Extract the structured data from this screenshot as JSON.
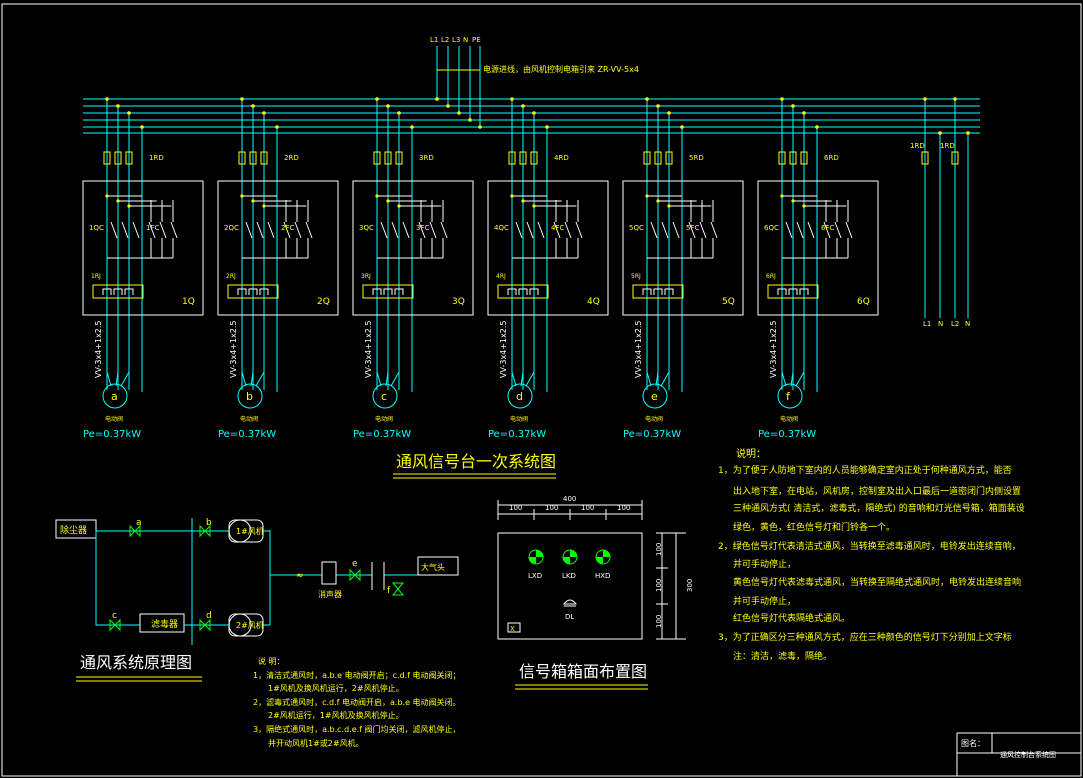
{
  "colors": {
    "background": "#000000",
    "cyan": "#00ffff",
    "yellow": "#ffff00",
    "white": "#ffffff",
    "green": "#00ff00",
    "magenta": "#ff00ff"
  },
  "supply": {
    "phases": [
      "L1",
      "L2",
      "L3",
      "N",
      "PE"
    ],
    "note": "电源进线，由风机控制电箱引来 ZR-VV-5x4"
  },
  "units": [
    {
      "fuse": "1RD",
      "contactor_a": "1QC",
      "contactor_b": "1FC",
      "relay": "1RJ",
      "box": "1Q",
      "cable": "VV-3x4+1x2.5",
      "motor": "a",
      "motor_label": "电动阀",
      "power": "Pe=0.37kW"
    },
    {
      "fuse": "2RD",
      "contactor_a": "2QC",
      "contactor_b": "2FC",
      "relay": "2RJ",
      "box": "2Q",
      "cable": "VV-3x4+1x2.5",
      "motor": "b",
      "motor_label": "电动阀",
      "power": "Pe=0.37kW"
    },
    {
      "fuse": "3RD",
      "contactor_a": "3QC",
      "contactor_b": "3FC",
      "relay": "3RJ",
      "box": "3Q",
      "cable": "VV-3x4+1x2.5",
      "motor": "c",
      "motor_label": "电动阀",
      "power": "Pe=0.37kW"
    },
    {
      "fuse": "4RD",
      "contactor_a": "4QC",
      "contactor_b": "4FC",
      "relay": "4RJ",
      "box": "4Q",
      "cable": "VV-3x4+1x2.5",
      "motor": "d",
      "motor_label": "电动阀",
      "power": "Pe=0.37kW"
    },
    {
      "fuse": "5RD",
      "contactor_a": "5QC",
      "contactor_b": "5FC",
      "relay": "5RJ",
      "box": "5Q",
      "cable": "VV-3x4+1x2.5",
      "motor": "e",
      "motor_label": "电动阀",
      "power": "Pe=0.37kW"
    },
    {
      "fuse": "6RD",
      "contactor_a": "6QC",
      "contactor_b": "6FC",
      "relay": "6RJ",
      "box": "6Q",
      "cable": "VV-3x4+1x2.5",
      "motor": "f",
      "motor_label": "电动阀",
      "power": "Pe=0.37kW"
    }
  ],
  "branch": {
    "fuses": [
      "1RD",
      "1RD"
    ],
    "outputs": [
      "L1",
      "N",
      "L2",
      "N"
    ]
  },
  "titles": {
    "primary": "通风信号台一次系统图",
    "ventilation": "通风系统原理图",
    "signal_box": "信号箱箱面布置图"
  },
  "notes_header": "说明：",
  "notes": [
    "1，为了便于人防地下室内的人员能够确定室内正处于何种通风方式，能否",
    "出入地下室，在电站，风机房，控制室及出入口最后一道密闭门内侧设置",
    "三种通风方式( 清洁式，滤毒式，隔绝式) 的音响和灯光信号箱，箱面装设",
    "绿色，黄色，红色信号灯和门铃各一个。",
    "2，绿色信号灯代表清洁式通风，当转换至滤毒通风时，电铃发出连续音响，",
    "并可手动停止，",
    "黄色信号灯代表滤毒式通风，当转换至隔绝式通风时，电铃发出连续音响",
    "并可手动停止，",
    "红色信号灯代表隔绝式通风。",
    "3，为了正确区分三种通风方式，应在三种颜色的信号灯下分别加上文字标",
    "注：清洁，滤毒，隔绝。"
  ],
  "ventilation": {
    "dust_filter": "除尘器",
    "filter_absorber": "滤毒器",
    "fan1": "1#风机",
    "fan2": "2#风机",
    "silencer": "消声器",
    "atmosphere": "大气头",
    "valves": [
      "a",
      "b",
      "c",
      "d",
      "e",
      "f"
    ]
  },
  "ventilation_notes_header": "说 明：",
  "ventilation_notes": [
    "1，清洁式通风时，a.b.e 电动阀开启；c.d.f 电动阀关闭；",
    "1#风机及换风机运行，2#风机停止。",
    "2，滤毒式通风时，c.d.f 电动阀开启，a.b.e 电动阀关闭。",
    "2#风机运行，1#风机及换风机停止。",
    "3，隔绝式通风时，a.b.c.d.e.f 阀门均关闭，滤风机停止，",
    "并开动风机1#或2#风机。"
  ],
  "signal_box": {
    "dims_top": [
      "400",
      "100",
      "100",
      "100",
      "100"
    ],
    "dims_side": [
      "100",
      "100",
      "100"
    ],
    "dim_total": "300",
    "lamps": [
      "LXD",
      "LKD",
      "HXD"
    ],
    "bell": "DL",
    "corner": "X"
  },
  "title_block": {
    "label": "图名：",
    "value": "通风控制台系统图"
  }
}
